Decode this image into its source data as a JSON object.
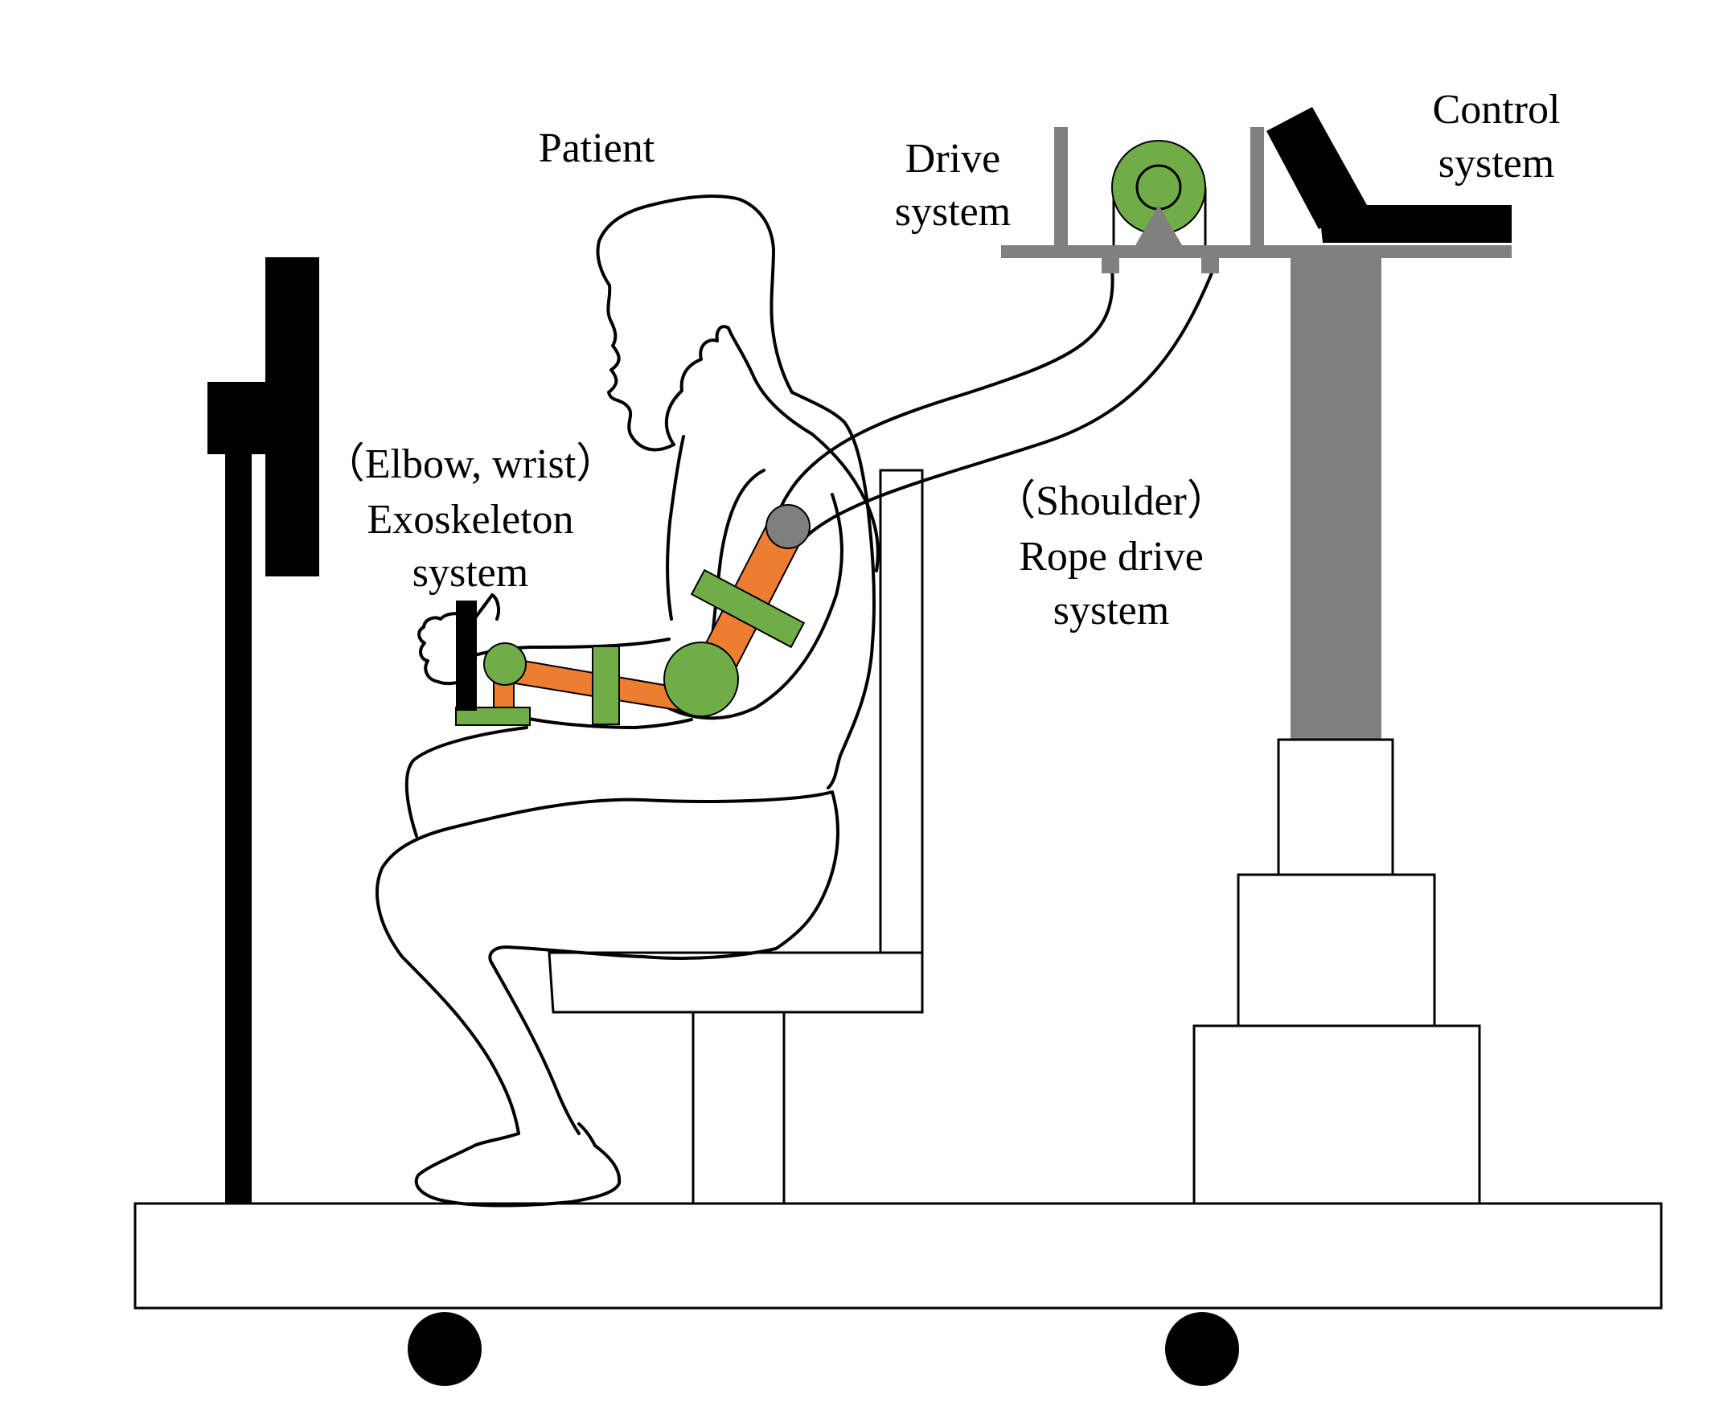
{
  "labels": {
    "patient": "Patient",
    "drive_line1": "Drive",
    "drive_line2": "system",
    "control_line1": "Control",
    "control_line2": "system",
    "exo_line1": "（Elbow, wrist）",
    "exo_line2": "Exoskeleton",
    "exo_line3": "system",
    "rope_line1": "（Shoulder）",
    "rope_line2": "Rope drive",
    "rope_line3": "system"
  },
  "colors": {
    "line": "#000000",
    "exo_green": "#70ad47",
    "exo_orange": "#ed7d31",
    "frame_gray": "#808080",
    "joint_gray": "#7f7f7f",
    "monitor_black": "#000000"
  },
  "icons": {
    "monitor": "monitor-icon",
    "pulley": "pulley-icon",
    "laptop": "laptop-icon"
  }
}
